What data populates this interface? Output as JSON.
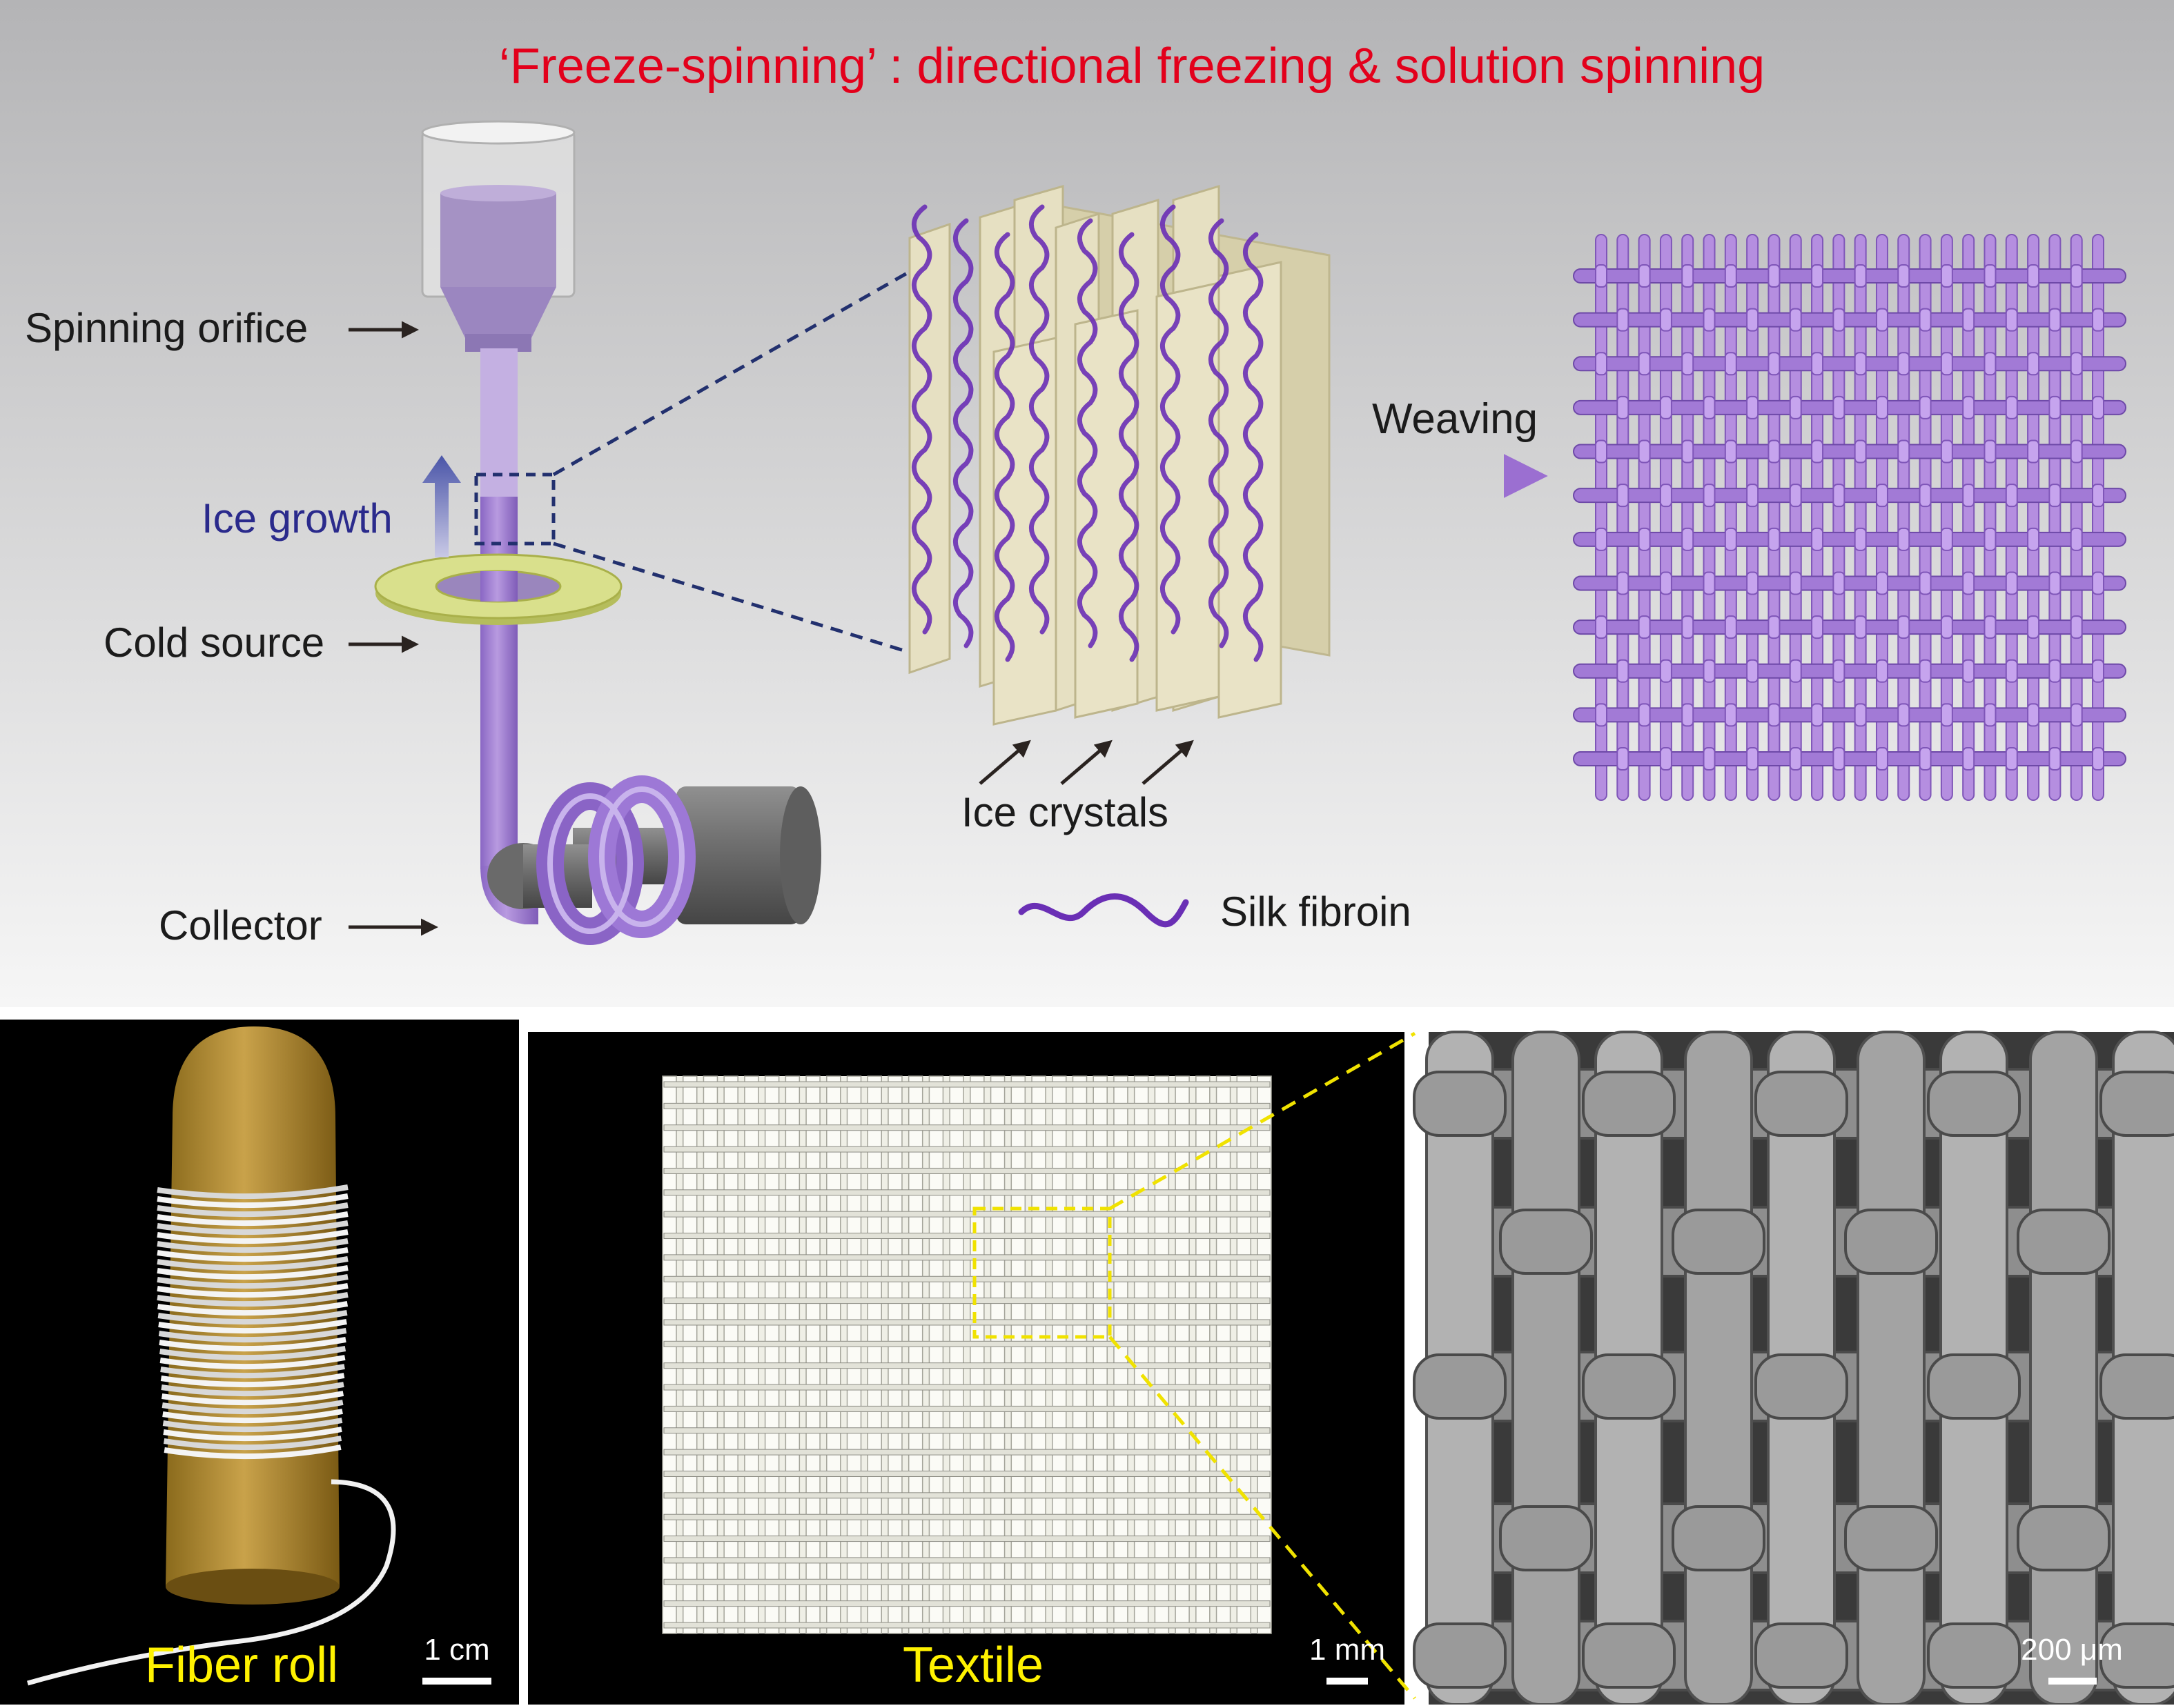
{
  "title": "‘Freeze-spinning’ : directional freezing & solution spinning",
  "labels": {
    "spinning_orifice": "Spinning orifice",
    "ice_growth": "Ice growth",
    "cold_source": "Cold source",
    "collector": "Collector",
    "ice_crystals": "Ice crystals",
    "silk_fibroin": "Silk fibroin",
    "weaving": "Weaving"
  },
  "panels": {
    "fiber_roll": {
      "caption": "Fiber roll",
      "scale_bar": "1 cm"
    },
    "textile": {
      "caption": "Textile",
      "scale_bar": "1 mm"
    },
    "sem": {
      "scale_bar": "200 μm"
    }
  },
  "colors": {
    "title": "#e3001b",
    "ice_growth": "#2a2a8c",
    "caption": "#fff200",
    "fiber": "#a884d6",
    "silk": "#6a2fb5",
    "ice_sheet": "#e6e0c2",
    "cold_ring": "#d8e08a"
  }
}
